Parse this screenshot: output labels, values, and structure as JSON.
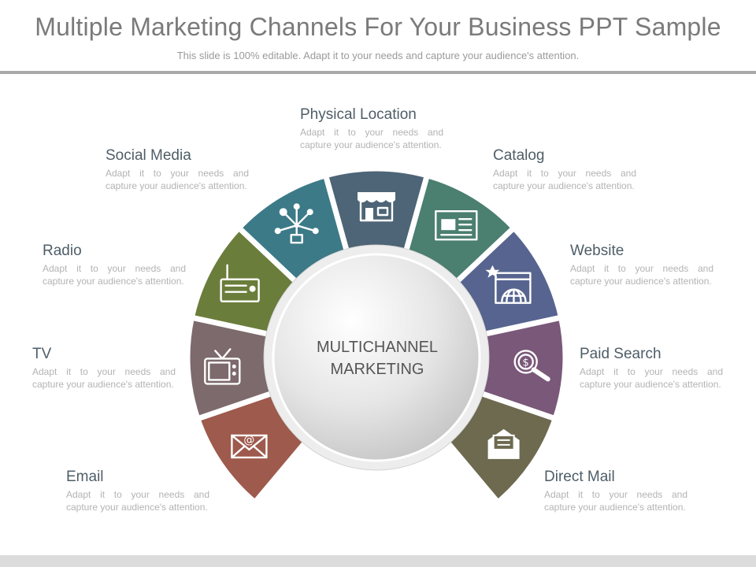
{
  "header": {
    "title": "Multiple Marketing Channels For Your Business PPT Sample",
    "subtitle": "This slide is 100% editable. Adapt it to your needs and capture your audience's attention."
  },
  "center": {
    "line1": "MULTICHANNEL",
    "line2": "MARKETING"
  },
  "channels": [
    {
      "title": "Email",
      "desc": "Adapt it to your needs and capture your audience's attention.",
      "color": "#9e5a4c",
      "icon": "email-icon"
    },
    {
      "title": "TV",
      "desc": "Adapt it to your needs and capture your audience's attention.",
      "color": "#7d6a6c",
      "icon": "tv-icon"
    },
    {
      "title": "Radio",
      "desc": "Adapt it to your needs and capture your audience's attention.",
      "color": "#6b7d3b",
      "icon": "radio-icon"
    },
    {
      "title": "Social Media",
      "desc": "Adapt it to your needs and capture your audience's attention.",
      "color": "#3c7a88",
      "icon": "social-media-icon"
    },
    {
      "title": "Physical Location",
      "desc": "Adapt it to your needs and capture your audience's attention.",
      "color": "#4d6576",
      "icon": "storefront-icon"
    },
    {
      "title": "Catalog",
      "desc": "Adapt it to your needs and capture your audience's attention.",
      "color": "#4b7f70",
      "icon": "catalog-icon"
    },
    {
      "title": "Website",
      "desc": "Adapt it to your needs and capture your audience's attention.",
      "color": "#56648f",
      "icon": "website-icon"
    },
    {
      "title": "Paid Search",
      "desc": "Adapt it to your needs and capture your audience's attention.",
      "color": "#7a5879",
      "icon": "paid-search-icon"
    },
    {
      "title": "Direct Mail",
      "desc": "Adapt it to your needs and capture your audience's attention.",
      "color": "#6d6a50",
      "icon": "direct-mail-icon"
    }
  ]
}
